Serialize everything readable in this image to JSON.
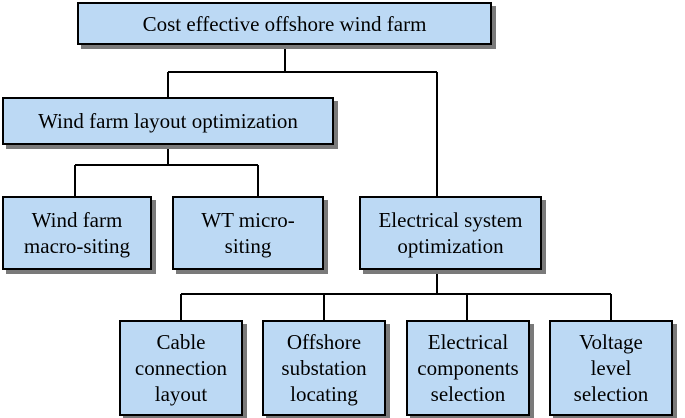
{
  "diagram": {
    "root": {
      "label": "Cost effective offshore wind farm"
    },
    "layout": {
      "label": "Wind farm layout optimization"
    },
    "macro": {
      "label": "Wind farm\nmacro-siting"
    },
    "micro": {
      "label": "WT micro-\nsiting"
    },
    "electrical": {
      "label": "Electrical system\noptimization"
    },
    "cable": {
      "label": "Cable\nconnection\nlayout"
    },
    "substation": {
      "label": "Offshore\nsubstation\nlocating"
    },
    "components": {
      "label": "Electrical\ncomponents\nselection"
    },
    "voltage": {
      "label": "Voltage\nlevel\nselection"
    }
  },
  "colors": {
    "box_fill": "#bcd9f4",
    "border": "#000000",
    "shadow": "#7a7a7a"
  }
}
